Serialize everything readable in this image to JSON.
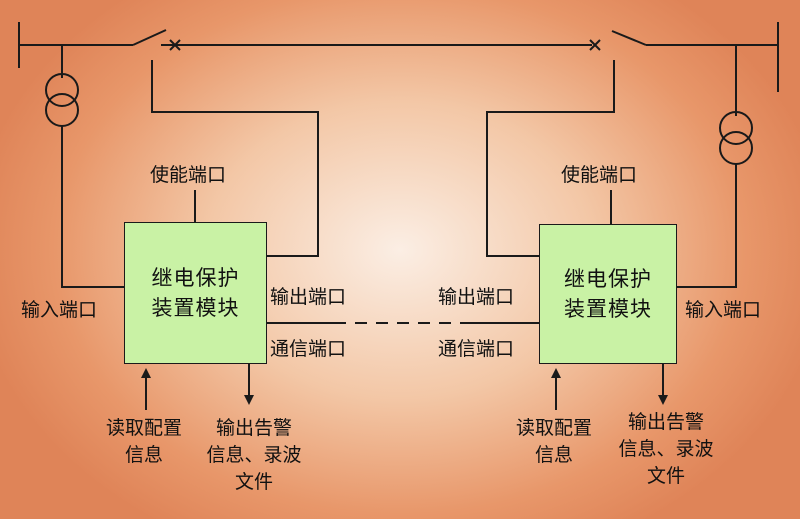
{
  "left_module": {
    "line1": "继电保护",
    "line2": "装置模块"
  },
  "right_module": {
    "line1": "继电保护",
    "line2": "装置模块"
  },
  "left_labels": {
    "enable_port": "使能端口",
    "input_port": "输入端口",
    "output_port": "输出端口",
    "comm_port": "通信端口",
    "read_config": [
      "读取配置",
      "信息"
    ],
    "output_alarm": [
      "输出告警",
      "信息、录波",
      "文件"
    ]
  },
  "right_labels": {
    "enable_port": "使能端口",
    "input_port": "输入端口",
    "output_port": "输出端口",
    "comm_port": "通信端口",
    "read_config": [
      "读取配置",
      "信息"
    ],
    "output_alarm": [
      "输出告警",
      "信息、录波",
      "文件"
    ]
  },
  "colors": {
    "module_fill": "#c9f2a5",
    "line": "#1a1a1a"
  }
}
